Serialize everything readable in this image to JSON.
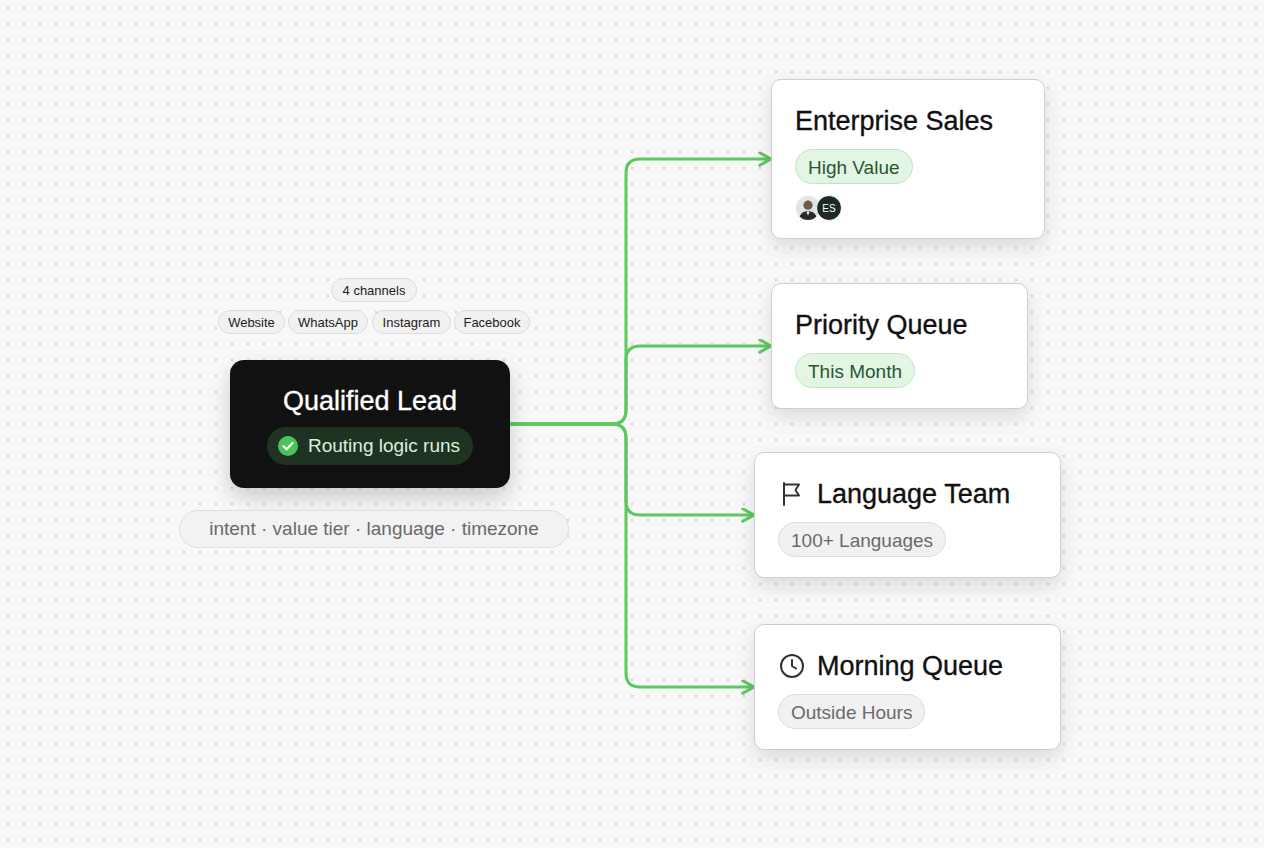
{
  "diagram": {
    "nodes": [
      {
        "text": [
          "4 channels"
        ]
      },
      {
        "text": [
          "Website"
        ]
      },
      {
        "text": [
          "WhatsApp"
        ]
      },
      {
        "text": [
          "Instagram"
        ]
      },
      {
        "text": [
          "Facebook"
        ]
      },
      {
        "text": [
          "Qualified Lead",
          "Routing logic runs"
        ]
      },
      {
        "text": [
          "intent · value tier · language · timezone"
        ]
      },
      {
        "text": [
          "Enterprise Sales",
          "High Value",
          "ES"
        ]
      },
      {
        "text": [
          "Priority Queue",
          "This Month"
        ]
      },
      {
        "text": [
          "Language Team",
          "100+ Languages"
        ]
      },
      {
        "text": [
          "Morning Queue",
          "Outside Hours"
        ]
      }
    ],
    "edges": [
      {
        "from": 5,
        "to": 7,
        "arrow": "to"
      },
      {
        "from": 5,
        "to": 8,
        "arrow": "to"
      },
      {
        "from": 5,
        "to": 9,
        "arrow": "to"
      },
      {
        "from": 5,
        "to": 10,
        "arrow": "to"
      }
    ]
  }
}
